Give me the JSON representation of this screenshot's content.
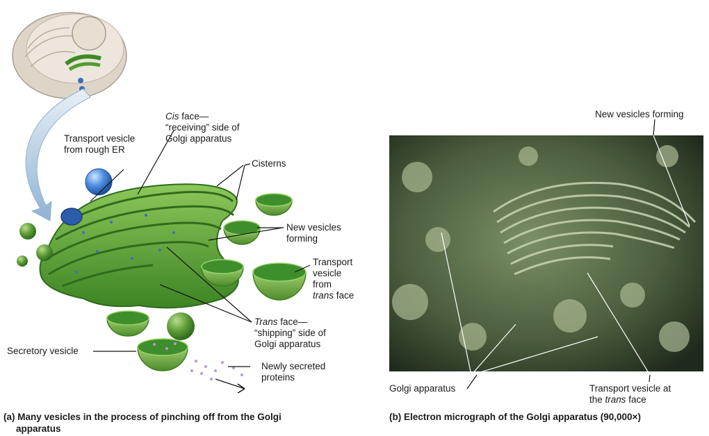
{
  "panel_a": {
    "labels": {
      "transport_vesicle_er_line1": "Transport vesicle",
      "transport_vesicle_er_line2": "from rough ER",
      "cis_face_italic": "Cis",
      "cis_face_rest": " face—",
      "cis_face_line2": "“receiving” side of",
      "cis_face_line3": "Golgi apparatus",
      "cisterns": "Cisterns",
      "new_vesicles_line1": "New vesicles",
      "new_vesicles_line2": "forming",
      "transport_trans_line1": "Transport",
      "transport_trans_line2": "vesicle",
      "transport_trans_line3": "from",
      "transport_trans_line4_italic": "trans",
      "transport_trans_line4_rest": " face",
      "trans_face_italic": "Trans",
      "trans_face_rest": " face—",
      "trans_face_line2": "“shipping” side of",
      "trans_face_line3": "Golgi apparatus",
      "secretory_vesicle": "Secretory vesicle",
      "newly_secreted_line1": "Newly secreted",
      "newly_secreted_line2": "proteins"
    },
    "caption_line1": "(a) Many vesicles in the process of pinching off from the Golgi",
    "caption_line2": "apparatus"
  },
  "panel_b": {
    "labels": {
      "new_vesicles_forming": "New vesicles forming",
      "golgi_apparatus": "Golgi apparatus",
      "transport_vesicle_line1": "Transport vesicle at",
      "transport_vesicle_line2_pre": "the ",
      "transport_vesicle_line2_italic": "trans",
      "transport_vesicle_line2_post": " face"
    },
    "caption": "(b) Electron micrograph of the Golgi apparatus (90,000×)"
  },
  "colors": {
    "golgi_green": "#5fa534",
    "golgi_dark": "#2f6e1d",
    "lumen_green": "#3e8f2c",
    "vesicle_blue": "#3d7fd1",
    "protein_purple": "#b59ad8",
    "micrograph_bg": "#1e2a1c"
  }
}
